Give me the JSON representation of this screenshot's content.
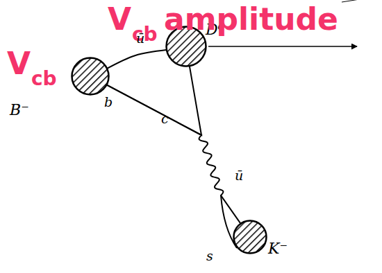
{
  "diagram": {
    "nodes": [
      {
        "text": [
          "B⁻"
        ]
      },
      {
        "text": [
          "D⁰"
        ]
      },
      {
        "text": [
          "K⁻"
        ]
      }
    ],
    "edges": [
      {
        "from": 0,
        "to": 1,
        "arrow": "none"
      },
      {
        "from": 0,
        "to": 1,
        "arrow": "none"
      },
      {
        "from": 0,
        "to": 2,
        "arrow": "none"
      }
    ],
    "labels": [
      "V",
      "cb",
      "amplitude",
      "V",
      "cb",
      "ū",
      "b",
      "c",
      "ū",
      "s"
    ]
  }
}
